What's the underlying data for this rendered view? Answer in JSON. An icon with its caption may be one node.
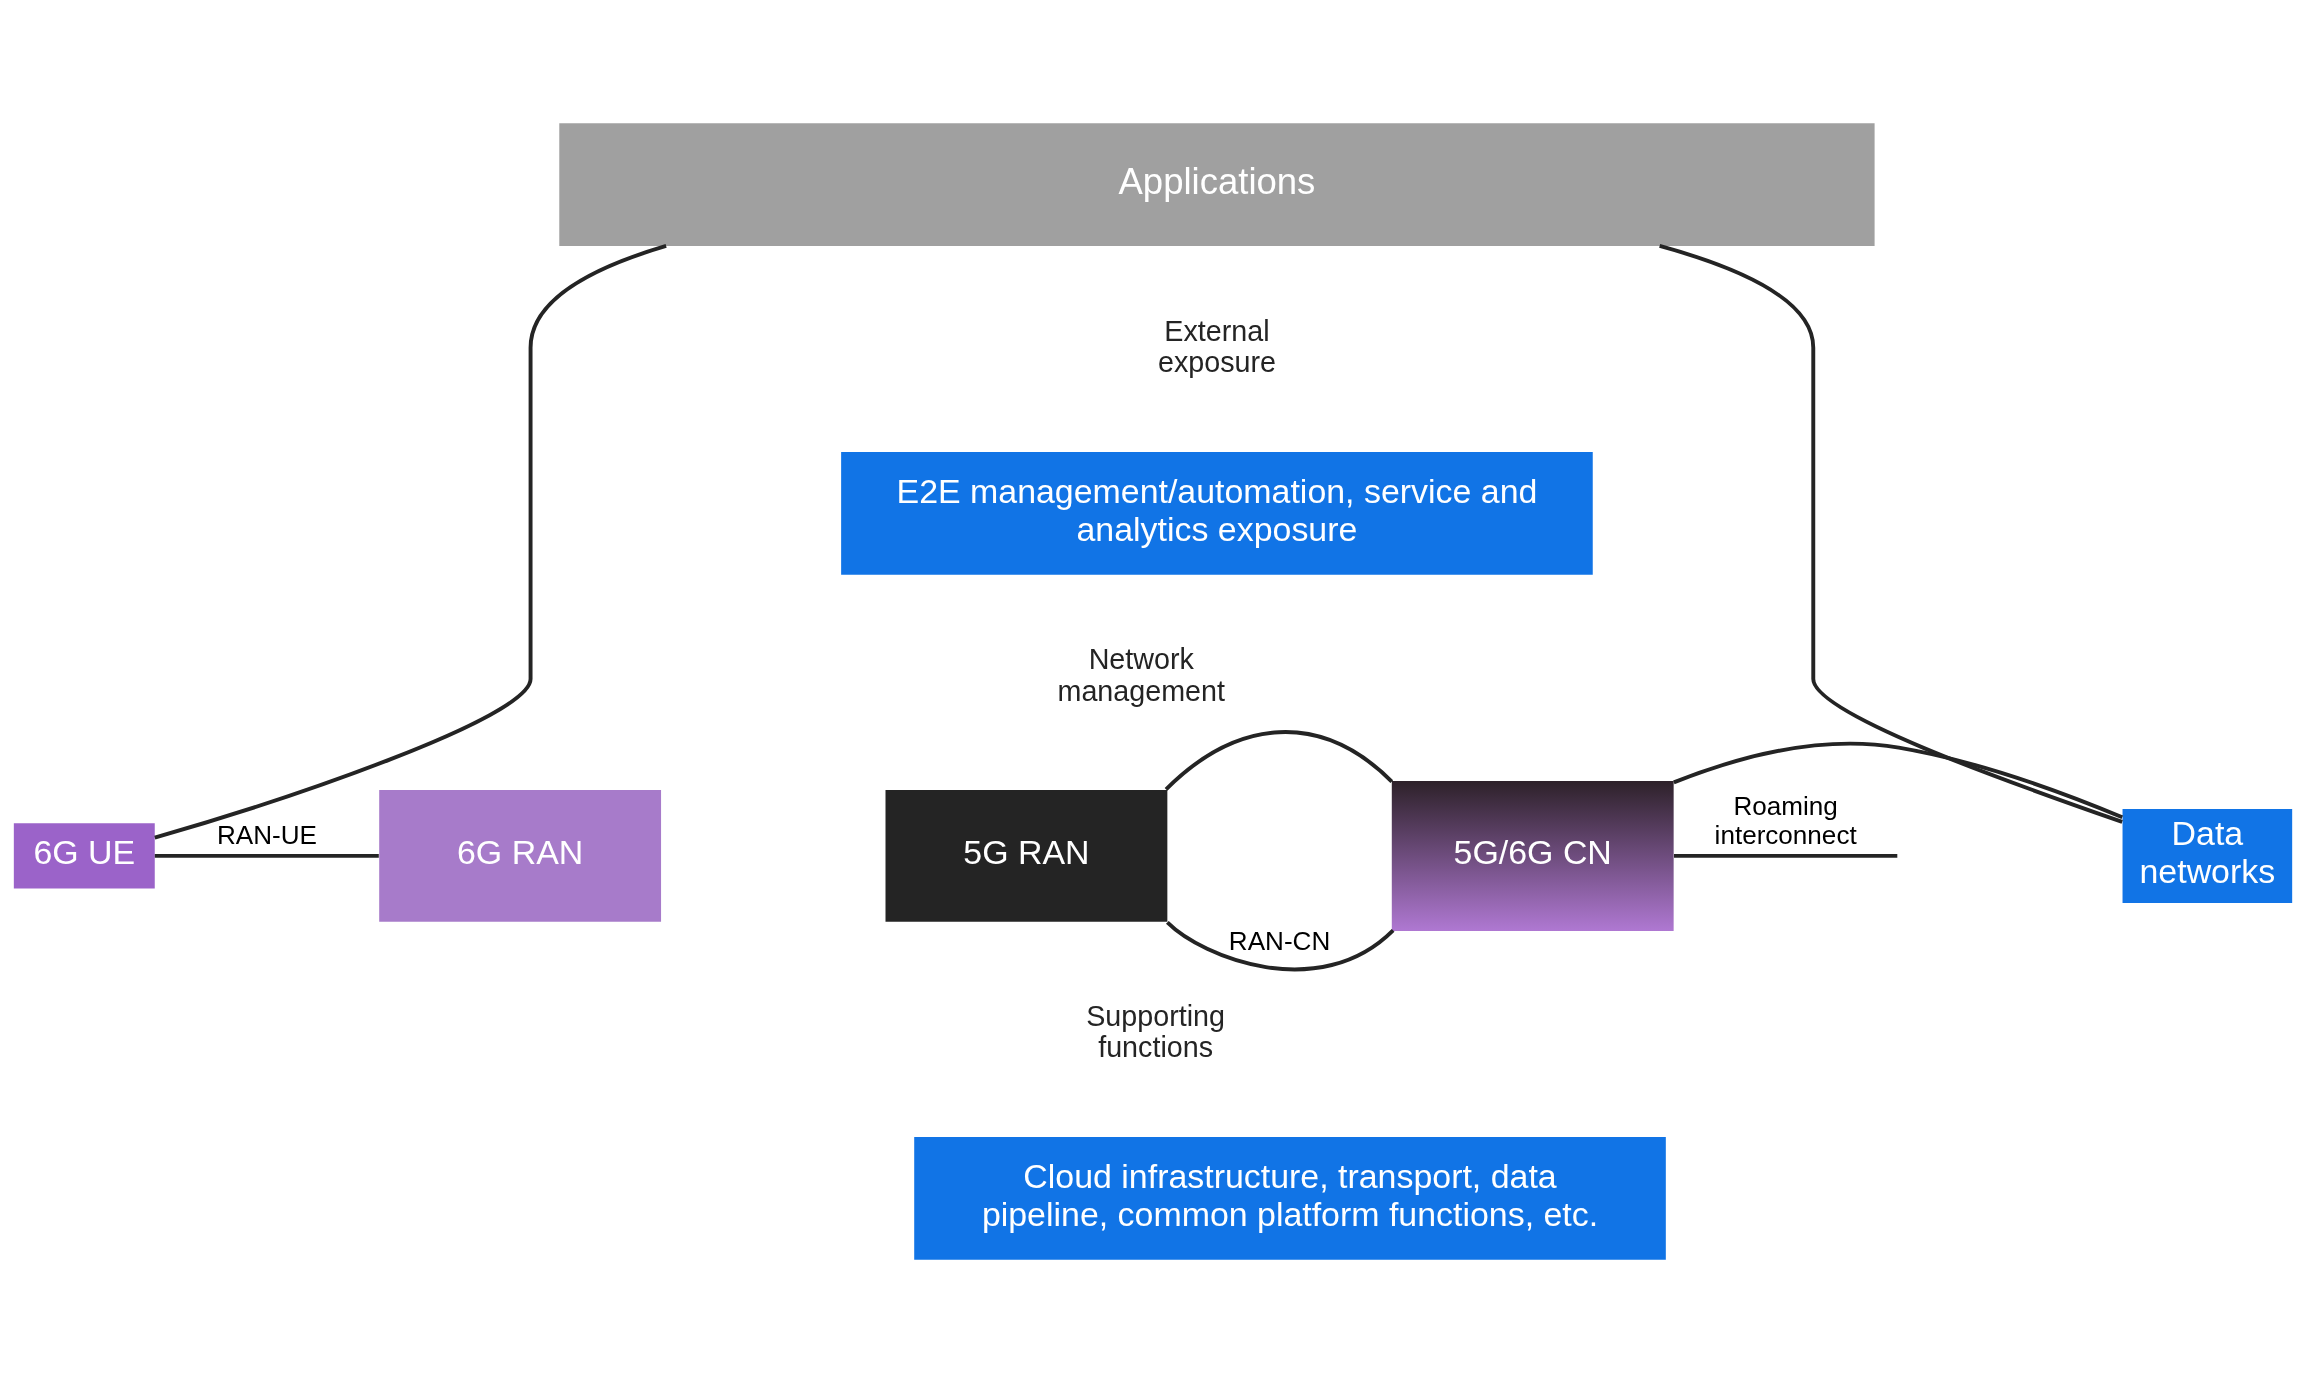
{
  "diagram": {
    "nodes": [
      {
        "text": [
          "Applications"
        ]
      },
      {
        "text": [
          "E2E management/automation, service and analytics exposure"
        ]
      },
      {
        "text": [
          "5G/6G CN"
        ]
      },
      {
        "text": [
          "5G RAN"
        ]
      },
      {
        "text": [
          "6G RAN"
        ]
      },
      {
        "text": [
          "6G UE"
        ]
      },
      {
        "text": [
          "Data networks"
        ]
      },
      {
        "text": [
          "Cloud infrastructure, transport, data pipeline, common platform functions, etc."
        ]
      }
    ],
    "edges": [
      {
        "from": 5,
        "to": 0,
        "arrow": "none"
      },
      {
        "from": 6,
        "to": 0,
        "arrow": "none"
      },
      {
        "from": 5,
        "to": 4,
        "label": "RAN-UE",
        "arrow": "none"
      },
      {
        "from": 3,
        "to": 2,
        "arrow": "none"
      },
      {
        "from": 3,
        "to": 2,
        "label": "RAN-CN",
        "arrow": "none"
      },
      {
        "from": 2,
        "to": null,
        "label": "Roaming interconnect",
        "arrow": "none"
      },
      {
        "from": 2,
        "to": 6,
        "arrow": "none"
      }
    ],
    "labels": [
      "External exposure",
      "Network management",
      "Supporting functions"
    ]
  }
}
